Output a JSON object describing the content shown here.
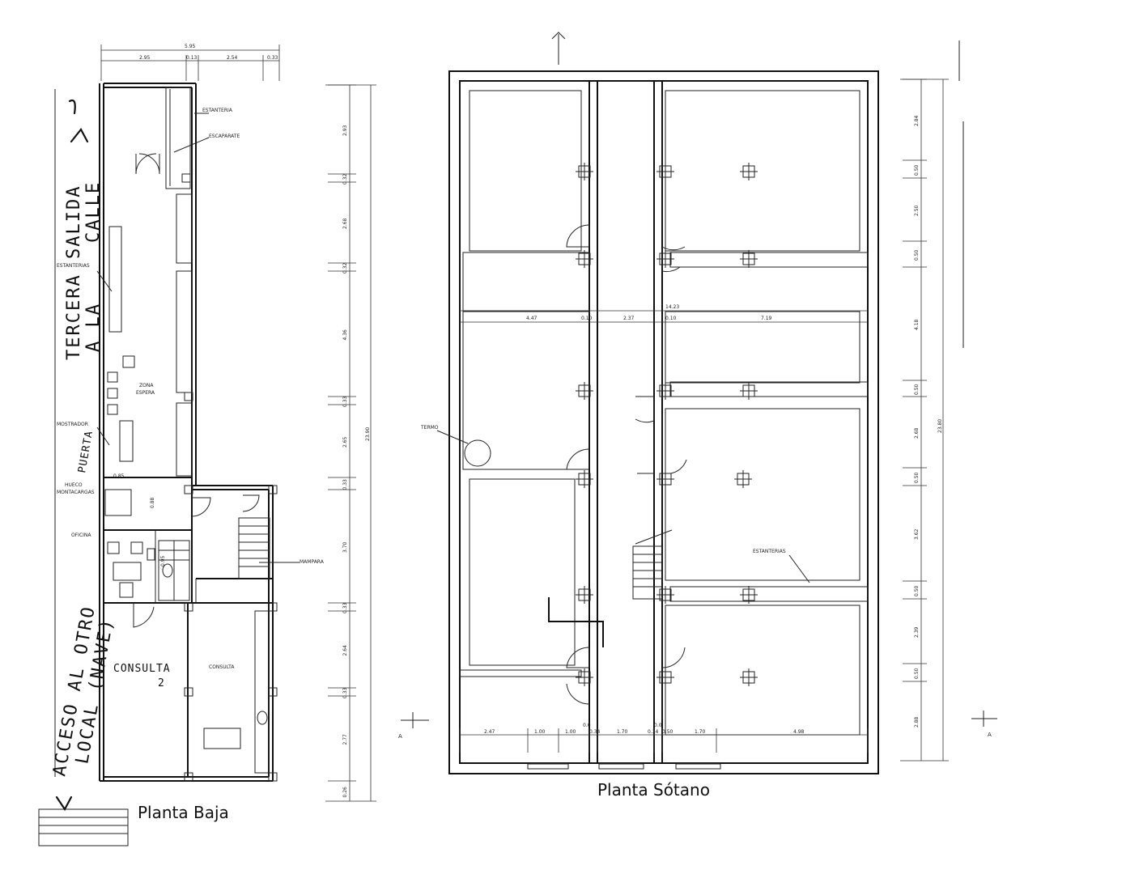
{
  "captions": {
    "ground_floor": "Planta Baja",
    "basement": "Planta Sótano"
  },
  "ground_floor": {
    "labels": {
      "estanteria": "ESTANTERIA",
      "escaparate": "ESCAPARATE",
      "estanterias": "ESTANTERIAS",
      "zona_espera_1": "ZONA",
      "zona_espera_2": "ESPERA",
      "mostrador": "MOSTRADOR",
      "hueco_1": "HUECO",
      "hueco_2": "MONTACARGAS",
      "oficina": "OFICINA",
      "mampara": "MAMPARA",
      "consulta": "CONSULTA",
      "dim_085": "0.85",
      "dim_088": "0.88",
      "dim_095": "0.95"
    },
    "handwritten": {
      "salida_1": "SALIDA",
      "salida_2": "CALLE",
      "tercera_1": "TERCERA",
      "tercera_2": "A LA",
      "puerta": "PUERTA",
      "consulta2_1": "CONSULTA",
      "consulta2_2": "2",
      "acceso_1": "ACCESO AL OTRO",
      "acceso_2": "LOCAL (NAVE)"
    },
    "top_dims": {
      "total": "5.95",
      "d1": "2.95",
      "d2": "0.13",
      "d3": "2.54",
      "d4": "0.33"
    },
    "side_dims": [
      "2.93",
      "0.32",
      "2.68",
      "0.32",
      "4.36",
      "0.33",
      "2.65",
      "0.33",
      "3.70",
      "0.33",
      "2.64",
      "0.33",
      "2.77",
      "0.26"
    ],
    "side_total": "23.90"
  },
  "basement": {
    "labels": {
      "termo": "TERMO",
      "estanterias": "ESTANTERIAS",
      "total_width": "14.23"
    },
    "mid_dims": [
      "4.47",
      "0.10",
      "2.37",
      "0.10",
      "7.19"
    ],
    "bottom_dims": [
      "2.47",
      "1.00",
      "1.00",
      "0.34",
      "1.70",
      "0.34",
      "0.50",
      "1.70",
      "4.98"
    ],
    "bottom_small": [
      "0.0",
      "0.0"
    ],
    "side_dims": [
      "2.84",
      "0.50",
      "2.50",
      "0.50",
      "4.18",
      "0.50",
      "2.68",
      "0.50",
      "3.62",
      "0.50",
      "2.39",
      "0.50",
      "2.88"
    ],
    "side_total": "23.80",
    "section_mark": "A"
  }
}
